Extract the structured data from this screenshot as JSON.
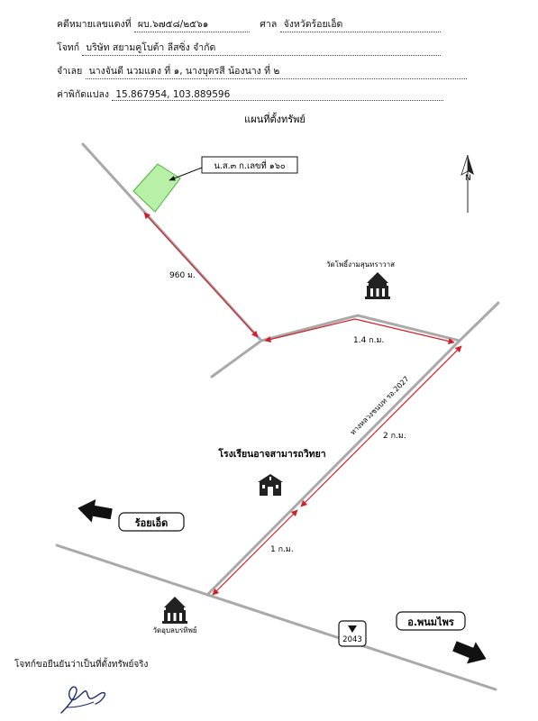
{
  "header": {
    "case_label": "คดีหมายเลขแดงที่",
    "case_value": "ผบ.๖๗๕๘/๒๕๖๑",
    "court_label": "ศาล",
    "court_value": "จังหวัดร้อยเอ็ด",
    "plaintiff_label": "โจทก์",
    "plaintiff_value": "บริษัท สยามคูโบต้า ลีสซิ่ง จำกัด",
    "defendant_label": "จำเลย",
    "defendant_value": "นางจันดี นวมแดง ที่ ๑, นางบุตรสี น้องนาง ที่ ๒",
    "coord_label": "ค่าพิกัดแปลง",
    "coord_value": "15.867954, 103.889596"
  },
  "map": {
    "title": "แผนที่ตั้งทรัพย์",
    "parcel_label": "น.ส.๓ ก.เลขที่ ๑๖๐",
    "north_label": "N",
    "distance_960": "960 ม.",
    "distance_1_4": "1.4 ก.ม.",
    "distance_2": "2 ก.ม.",
    "distance_1": "1 ก.ม.",
    "temple_top": "วัดโพธิ์งามสุนทราวาส",
    "school": "โรงเรียนอาจสามารถวิทยา",
    "temple_bottom": "วัดอุบลบรทิพย์",
    "road_name": "ทางหลวงชนบท รอ.2027",
    "city_left": "ร้อยเอ็ด",
    "city_right": "อ.พนมไพร",
    "highway_number": "2043",
    "colors": {
      "road": "#a9a9a9",
      "distance_arrow": "#d0202a",
      "parcel_fill": "#b8f0a8",
      "parcel_stroke": "#49b33a"
    }
  },
  "footer": {
    "note": "โจทก์ขอยืนยันว่าเป็นที่ตั้งทรัพย์จริง"
  }
}
